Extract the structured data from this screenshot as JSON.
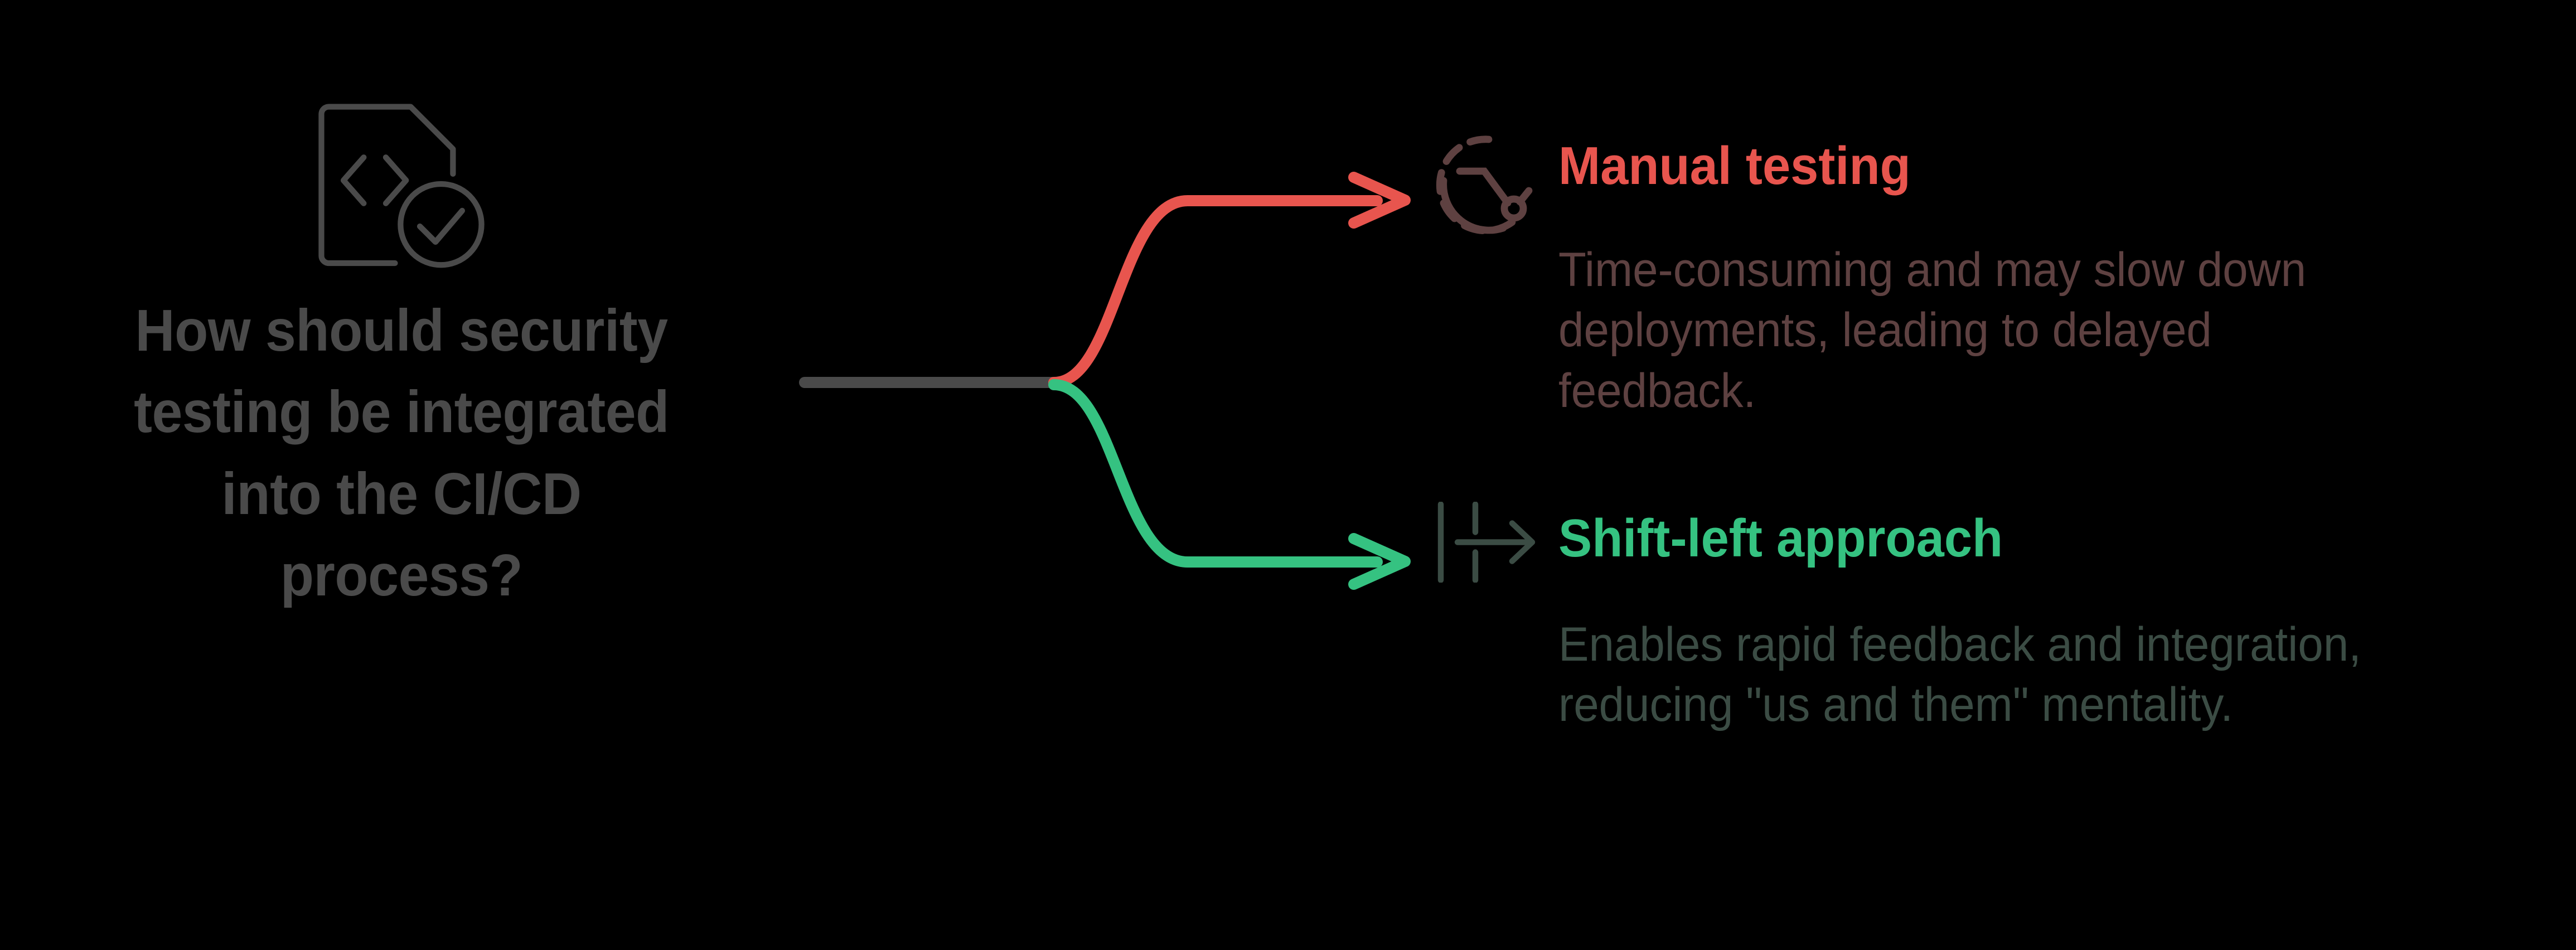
{
  "background_color": "#000000",
  "question": {
    "icon_name": "code-document-check-icon",
    "icon_color": "#4a4a4a",
    "title": "How should security testing be integrated into the CI/CD process?",
    "title_color": "#4a4a4a"
  },
  "connectors": {
    "stem_color": "#4a4a4a",
    "branch_up_color": "#e8554e",
    "branch_down_color": "#35c281"
  },
  "branches": [
    {
      "id": "manual",
      "icon_name": "clock-timer-icon",
      "icon_color": "#5e4141",
      "label": "Manual testing",
      "label_color": "#e8554e",
      "description": "Time-consuming and may slow down deployments, leading to delayed feedback.",
      "description_color": "#5e4141"
    },
    {
      "id": "shift",
      "icon_name": "shift-left-arrow-icon",
      "icon_color": "#3b4c44",
      "label": "Shift-left approach",
      "label_color": "#35c281",
      "description": "Enables rapid feedback and integration, reducing \"us and them\" mentality.",
      "description_color": "#3b4c44"
    }
  ]
}
